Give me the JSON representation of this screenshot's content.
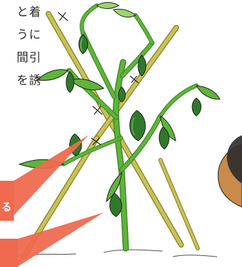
{
  "text_block": {
    "lines": [
      "と着",
      "うに",
      "間引",
      "を誘"
    ]
  },
  "callouts": {
    "upper": {
      "label": "る"
    },
    "lower": {
      "label": ""
    }
  },
  "colors": {
    "stem": "#5fb43a",
    "stem_dark": "#3e8a25",
    "leaf_highlight": "#9ad66b",
    "pepper": "#2f7a2a",
    "pepper_shade": "#1f5f1d",
    "stake": "#c9c25a",
    "stake_dark": "#8e8a2a",
    "callout": "#ef6a4f",
    "ink": "#1e1e1e",
    "soil": "#7b6b4f",
    "cap_brown": "#c98a4a",
    "cap_dark": "#2b2b2b"
  },
  "icons": {
    "plant": "pepper-plant-illustration",
    "stakes": "bamboo-support-stakes",
    "trowel": "trowel-illustration"
  }
}
